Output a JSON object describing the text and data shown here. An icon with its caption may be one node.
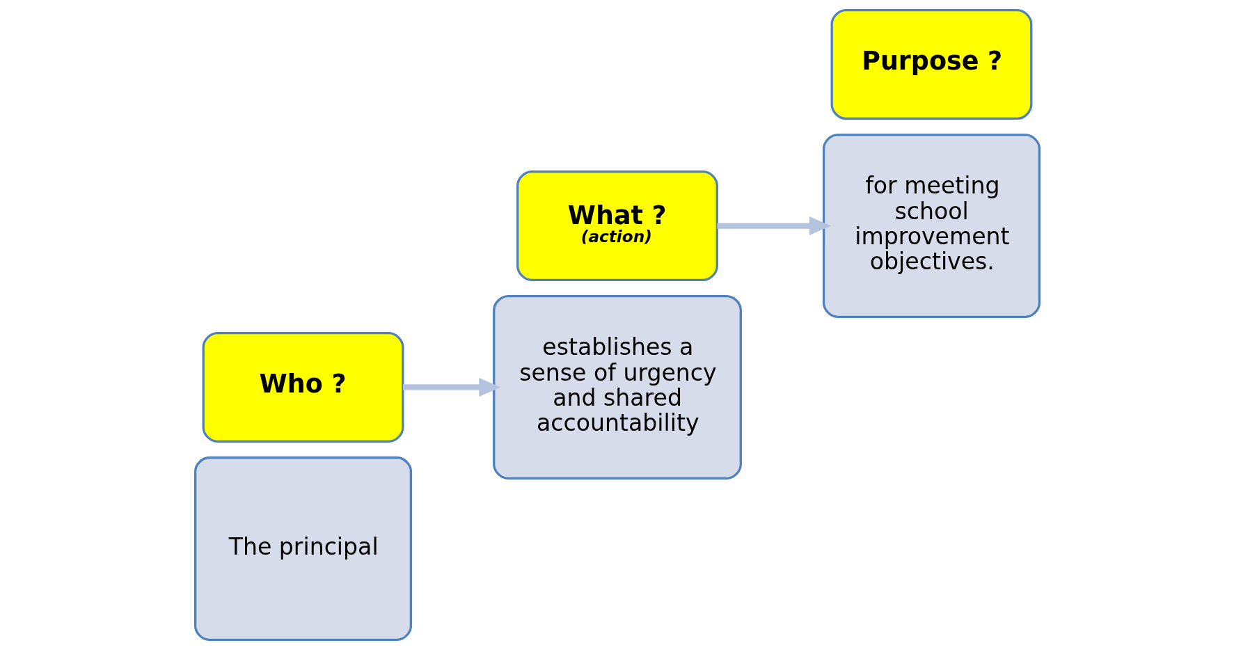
{
  "diagram": {
    "nodes": [
      {
        "text": [
          "The principal"
        ]
      },
      {
        "text": [
          "Who ?"
        ]
      },
      {
        "text": [
          "What ?",
          "(action)"
        ]
      },
      {
        "text": [
          "establishes a sense of urgency and shared accountability"
        ]
      },
      {
        "text": [
          "for meeting school improvement objectives."
        ]
      },
      {
        "text": [
          "Purpose ?"
        ]
      }
    ],
    "edges": [
      {
        "from": 1,
        "to": 3,
        "arrow": "to"
      },
      {
        "from": 2,
        "to": 4,
        "arrow": "to"
      }
    ]
  }
}
